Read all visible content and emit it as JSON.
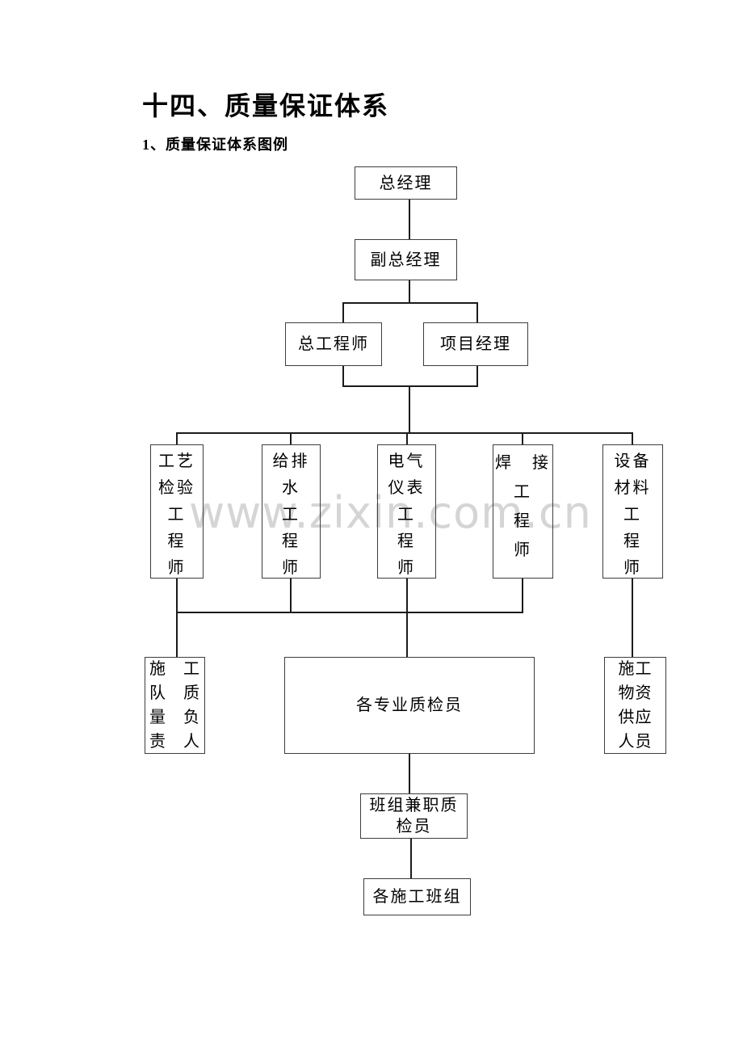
{
  "document": {
    "title": "十四、质量保证体系",
    "section_heading": "1、质量保证体系图例",
    "watermark": "www.zixin.com.cn"
  },
  "diagram": {
    "type": "org-chart",
    "nodes": {
      "general_manager": {
        "label": "总经理"
      },
      "deputy_general_manager": {
        "label": "副总经理"
      },
      "chief_engineer": {
        "label": "总工程师"
      },
      "project_manager": {
        "label": "项目经理"
      },
      "process_inspection_engineer": {
        "label": "工艺检验工程师",
        "lines": [
          "工艺",
          "检验",
          "工",
          "程",
          "师"
        ]
      },
      "water_supply_drainage_engineer": {
        "label": "给排水工程师",
        "lines": [
          "给排",
          "水",
          "工",
          "程",
          "师"
        ]
      },
      "electrical_instrument_engineer": {
        "label": "电气仪表工程师",
        "lines": [
          "电气",
          "仪表",
          "工",
          "程",
          "师"
        ]
      },
      "welding_engineer": {
        "label": "焊接工程师",
        "lines": [
          "焊　接",
          "工",
          "程",
          "师"
        ]
      },
      "equipment_material_engineer": {
        "label": "设备材料工程师",
        "lines": [
          "设备",
          "材料",
          "工",
          "程",
          "师"
        ]
      },
      "construction_team_quality_leader": {
        "label": "施工队质量负责人",
        "lines": [
          "施　工",
          "队　质",
          "量　负",
          "责　人"
        ]
      },
      "specialty_quality_inspectors": {
        "label": "各专业质检员"
      },
      "construction_material_supply_staff": {
        "label": "施工物资供应人员",
        "lines": [
          "施工",
          "物资",
          "供应",
          "人员"
        ]
      },
      "team_parttime_quality_inspector": {
        "label": "班组兼职质检员",
        "lines": [
          "班组兼职质",
          "检员"
        ]
      },
      "construction_teams": {
        "label": "各施工班组"
      }
    },
    "hierarchy": [
      {
        "parents": [
          "general_manager"
        ],
        "children": [
          "deputy_general_manager"
        ]
      },
      {
        "parents": [
          "deputy_general_manager"
        ],
        "children": [
          "chief_engineer",
          "project_manager"
        ]
      },
      {
        "parents": [
          "chief_engineer",
          "project_manager"
        ],
        "children": [
          "process_inspection_engineer",
          "water_supply_drainage_engineer",
          "electrical_instrument_engineer",
          "welding_engineer",
          "equipment_material_engineer"
        ]
      },
      {
        "parents": [
          "process_inspection_engineer",
          "water_supply_drainage_engineer",
          "welding_engineer"
        ],
        "children": [
          "construction_team_quality_leader"
        ]
      },
      {
        "parents": [
          "electrical_instrument_engineer"
        ],
        "children": [
          "specialty_quality_inspectors"
        ]
      },
      {
        "parents": [
          "equipment_material_engineer"
        ],
        "children": [
          "construction_material_supply_staff"
        ]
      },
      {
        "parents": [
          "specialty_quality_inspectors"
        ],
        "children": [
          "team_parttime_quality_inspector"
        ]
      },
      {
        "parents": [
          "team_parttime_quality_inspector"
        ],
        "children": [
          "construction_teams"
        ]
      }
    ]
  }
}
